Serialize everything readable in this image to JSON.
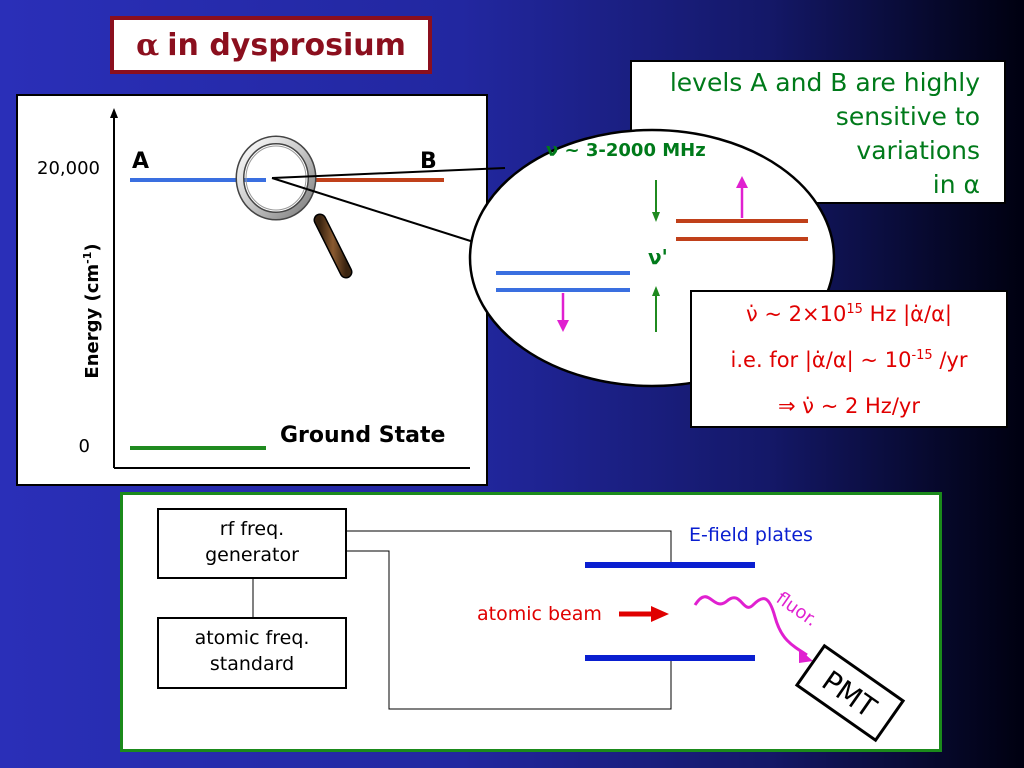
{
  "title": {
    "symbol": "α",
    "text": "in dysprosium"
  },
  "energy_diagram": {
    "y_axis_label": "Energy (cm",
    "y_axis_label_sup": "-1",
    "y_axis_label_close": ")",
    "tick_high": "20,000",
    "tick_low": "0",
    "level_a": "A",
    "level_b": "B",
    "ground_label": "Ground State",
    "colors": {
      "level_a": "#3a6fe0",
      "level_b": "#c0401a",
      "ground": "#1f8a1f"
    }
  },
  "zoom": {
    "freq_label": "ν ~ 3-2000 MHz",
    "nu_prime": "ν'"
  },
  "note": {
    "lines": [
      "levels A and B are highly",
      "sensitive to",
      "variations",
      "in α"
    ]
  },
  "rate": {
    "line1_a": "ν̇ ~ 2×10",
    "line1_sup": "15",
    "line1_b": " Hz |α̇/α|",
    "line2_a": "i.e. for |α̇/α| ~ 10",
    "line2_sup": "-15",
    "line2_b": " /yr",
    "line3": "⇒ ν̇ ~ 2 Hz/yr"
  },
  "setup": {
    "rf_generator": [
      "rf freq.",
      "generator"
    ],
    "freq_standard": [
      "atomic freq.",
      "standard"
    ],
    "plates_label": "E-field plates",
    "beam_label": "atomic beam",
    "fluor_label": "fluor.",
    "pmt_label": "PMT",
    "colors": {
      "plates": "#0a1fd0",
      "beam": "#e00000",
      "fluor": "#e020d0"
    }
  }
}
